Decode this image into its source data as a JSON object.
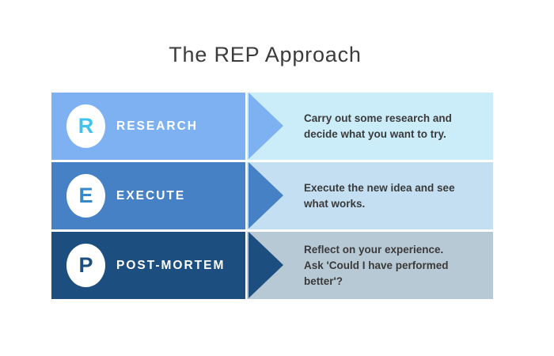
{
  "title": "The REP Approach",
  "colors": {
    "background": "#FFFFFF",
    "title_text": "#3C3C3C",
    "description_text": "#3A3A3A",
    "label_text": "#FFFFFF",
    "badge_fill": "#FFFFFF"
  },
  "steps": [
    {
      "id": "research",
      "letter": "R",
      "label": "RESEARCH",
      "description": "Carry out some research and\ndecide what you want to try.",
      "bar_color": "#7EB1F2",
      "panel_color": "#CBEDF9",
      "letter_color": "#3EC4F0"
    },
    {
      "id": "execute",
      "letter": "E",
      "label": "EXECUTE",
      "description": "Execute the new idea and see\nwhat works.",
      "bar_color": "#4681C5",
      "panel_color": "#C3DFF1",
      "letter_color": "#3787CB"
    },
    {
      "id": "post-mortem",
      "letter": "P",
      "label": "POST-MORTEM",
      "description": "Reflect on your experience.\nAsk 'Could I have performed\nbetter'?",
      "bar_color": "#1C4E80",
      "panel_color": "#B8C9D6",
      "letter_color": "#1C4E80"
    }
  ]
}
